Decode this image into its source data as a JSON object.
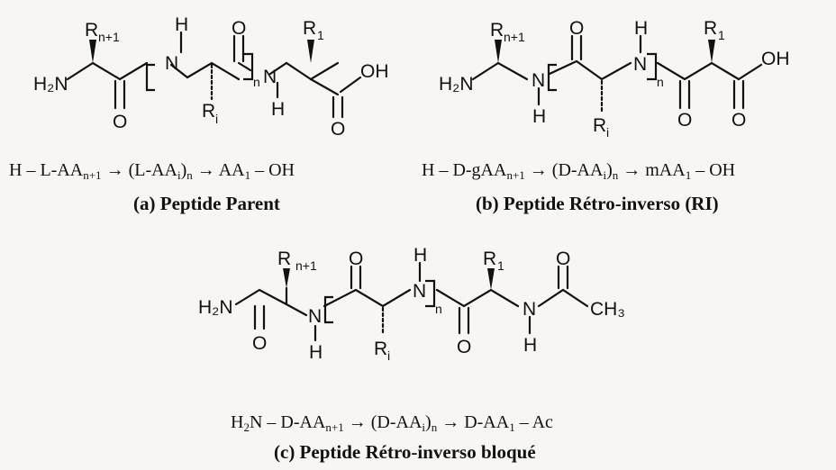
{
  "panel_a": {
    "caption": "(a) Peptide Parent",
    "equation": {
      "prefix": "H – L-AA",
      "sub1": "n+1",
      "mid1": " → (L-AA",
      "sub2": "i",
      "mid2": ")",
      "sub3": "n",
      "mid3": " → AA",
      "sub4": "1",
      "suffix": " – OH"
    },
    "atoms": {
      "h2n": "H₂N",
      "rn1": "R",
      "rn1_sub": "n+1",
      "o1": "O",
      "n1": "N",
      "h1": "H",
      "ri": "R",
      "ri_sub": "i",
      "o2": "O",
      "n_sub": "n",
      "n2": "N",
      "h2": "H",
      "r1": "R",
      "r1_sub": "1",
      "o3": "O",
      "oh": "OH"
    }
  },
  "panel_b": {
    "caption": "(b) Peptide Rétro-inverso (RI)",
    "equation": {
      "prefix": "H – D-gAA",
      "sub1": "n+1",
      "mid1": " → (D-AA",
      "sub2": "i",
      "mid2": ")",
      "sub3": "n",
      "mid3": " → mAA",
      "sub4": "1",
      "suffix": " – OH"
    },
    "atoms": {
      "h2n": "H₂N",
      "rn1": "R",
      "rn1_sub": "n+1",
      "n1": "N",
      "h1": "H",
      "o1": "O",
      "ri": "R",
      "ri_sub": "i",
      "n2": "N",
      "h2": "H",
      "n_sub": "n",
      "o2": "O",
      "r1": "R",
      "r1_sub": "1",
      "o3": "O",
      "oh": "OH"
    }
  },
  "panel_c": {
    "caption": "(c) Peptide Rétro-inverso bloqué",
    "equation": {
      "prefix": "H",
      "sub0": "2",
      "mid0": "N – D-AA",
      "sub1": "n+1",
      "mid1": " → (D-AA",
      "sub2": "i",
      "mid2": ")",
      "sub3": "n",
      "mid3": " → D-AA",
      "sub4": "1",
      "suffix": " – Ac"
    },
    "atoms": {
      "h2n": "H₂N",
      "o1": "O",
      "rn1": "R",
      "rn1_sub": "n+1",
      "n1": "N",
      "h1": "H",
      "o2": "O",
      "ri": "R",
      "ri_sub": "i",
      "n2": "N",
      "h2": "H",
      "n_sub": "n",
      "o3": "O",
      "r1": "R",
      "r1_sub": "1",
      "n3": "N",
      "h3": "H",
      "o4": "O",
      "ch3": "CH₃"
    }
  }
}
